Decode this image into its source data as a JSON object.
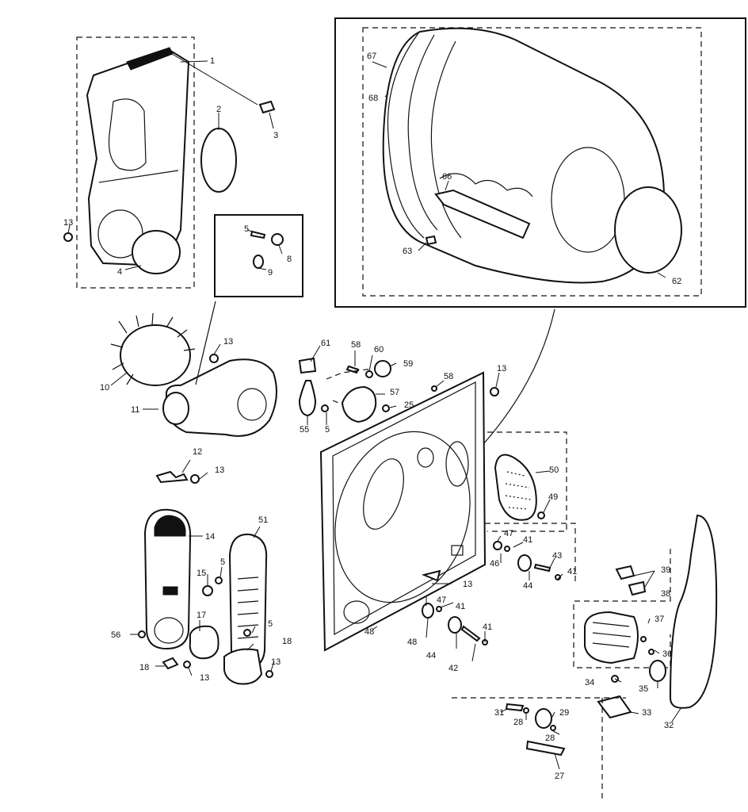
{
  "diagram": {
    "callouts": [
      {
        "id": "c1",
        "text": "1"
      },
      {
        "id": "c2",
        "text": "2"
      },
      {
        "id": "c3",
        "text": "3"
      },
      {
        "id": "c4",
        "text": "4"
      },
      {
        "id": "c13a",
        "text": "13"
      },
      {
        "id": "c5a",
        "text": "5"
      },
      {
        "id": "c8",
        "text": "8"
      },
      {
        "id": "c9",
        "text": "9"
      },
      {
        "id": "c10",
        "text": "10"
      },
      {
        "id": "c11",
        "text": "11"
      },
      {
        "id": "c13b",
        "text": "13"
      },
      {
        "id": "c12",
        "text": "12"
      },
      {
        "id": "c13c",
        "text": "13"
      },
      {
        "id": "c14",
        "text": "14"
      },
      {
        "id": "c15",
        "text": "15"
      },
      {
        "id": "c5b",
        "text": "5"
      },
      {
        "id": "c51",
        "text": "51"
      },
      {
        "id": "c17",
        "text": "17"
      },
      {
        "id": "c5c",
        "text": "5"
      },
      {
        "id": "c18a",
        "text": "18"
      },
      {
        "id": "c56",
        "text": "56"
      },
      {
        "id": "c18b",
        "text": "18"
      },
      {
        "id": "c13d",
        "text": "13"
      },
      {
        "id": "c13e",
        "text": "13"
      },
      {
        "id": "c61",
        "text": "61"
      },
      {
        "id": "c58a",
        "text": "58"
      },
      {
        "id": "c60",
        "text": "60"
      },
      {
        "id": "c59",
        "text": "59"
      },
      {
        "id": "c57",
        "text": "57"
      },
      {
        "id": "c25",
        "text": "25"
      },
      {
        "id": "c55",
        "text": "55"
      },
      {
        "id": "c5d",
        "text": "5"
      },
      {
        "id": "c58b",
        "text": "58"
      },
      {
        "id": "c13f",
        "text": "13"
      },
      {
        "id": "c67",
        "text": "67"
      },
      {
        "id": "c68",
        "text": "68"
      },
      {
        "id": "c66",
        "text": "66"
      },
      {
        "id": "c63",
        "text": "63"
      },
      {
        "id": "c62",
        "text": "62"
      },
      {
        "id": "c50",
        "text": "50"
      },
      {
        "id": "c49",
        "text": "49"
      },
      {
        "id": "c47a",
        "text": "47"
      },
      {
        "id": "c46",
        "text": "46"
      },
      {
        "id": "c41a",
        "text": "41"
      },
      {
        "id": "c43",
        "text": "43"
      },
      {
        "id": "c44a",
        "text": "44"
      },
      {
        "id": "c41b",
        "text": "41"
      },
      {
        "id": "c13g",
        "text": "13"
      },
      {
        "id": "c47b",
        "text": "47"
      },
      {
        "id": "c48a",
        "text": "48"
      },
      {
        "id": "c41c",
        "text": "41"
      },
      {
        "id": "c44b",
        "text": "44"
      },
      {
        "id": "c41d",
        "text": "41"
      },
      {
        "id": "c42",
        "text": "42"
      },
      {
        "id": "c48b",
        "text": "48"
      },
      {
        "id": "c39",
        "text": "39"
      },
      {
        "id": "c38",
        "text": "38"
      },
      {
        "id": "c37",
        "text": "37"
      },
      {
        "id": "c36",
        "text": "36"
      },
      {
        "id": "c35",
        "text": "35"
      },
      {
        "id": "c34",
        "text": "34"
      },
      {
        "id": "c33",
        "text": "33"
      },
      {
        "id": "c32",
        "text": "32"
      },
      {
        "id": "c31",
        "text": "31"
      },
      {
        "id": "c28a",
        "text": "28"
      },
      {
        "id": "c29",
        "text": "29"
      },
      {
        "id": "c28b",
        "text": "28"
      },
      {
        "id": "c27",
        "text": "27"
      }
    ]
  }
}
